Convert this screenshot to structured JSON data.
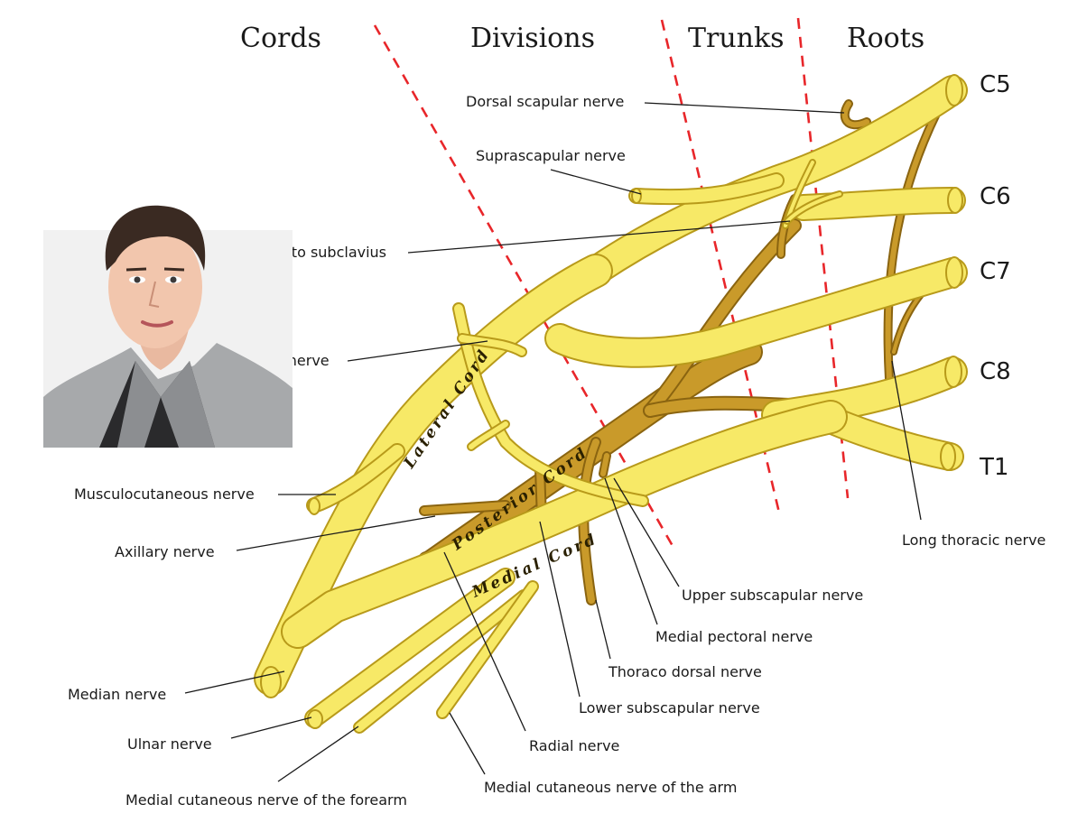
{
  "headers": {
    "cords": "Cords",
    "divisions": "Divisions",
    "trunks": "Trunks",
    "roots": "Roots"
  },
  "roots": {
    "c5": "C5",
    "c6": "C6",
    "c7": "C7",
    "c8": "C8",
    "t1": "T1"
  },
  "cords": {
    "lateral": "Lateral Cord",
    "posterior": "Posterior Cord",
    "medial": "Medial Cord"
  },
  "labels": {
    "dorsal_scapular": "Dorsal scapular nerve",
    "suprascapular": "Suprascapular nerve",
    "nerve_to_subclavius": "Nerve to subclavius",
    "lateral_pectoral": "pectoral nerve",
    "musculocutaneous": "Musculocutaneous nerve",
    "axillary": "Axillary nerve",
    "median": "Median nerve",
    "ulnar": "Ulnar nerve",
    "med_cut_forearm": "Medial cutaneous nerve of the forearm",
    "med_cut_arm": "Medial cutaneous nerve of the arm",
    "radial": "Radial nerve",
    "lower_subscapular": "Lower subscapular nerve",
    "thoraco_dorsal": "Thoraco dorsal nerve",
    "medial_pectoral": "Medial pectoral nerve",
    "upper_subscapular": "Upper subscapular nerve",
    "long_thoracic": "Long thoracic nerve"
  },
  "colors": {
    "nerve_yellow": "#f7e967",
    "nerve_brown": "#c99a2a",
    "divider_red": "#e8262a"
  },
  "overlay_photo": {
    "subject": "portrait-photo-of-man-in-suit"
  }
}
